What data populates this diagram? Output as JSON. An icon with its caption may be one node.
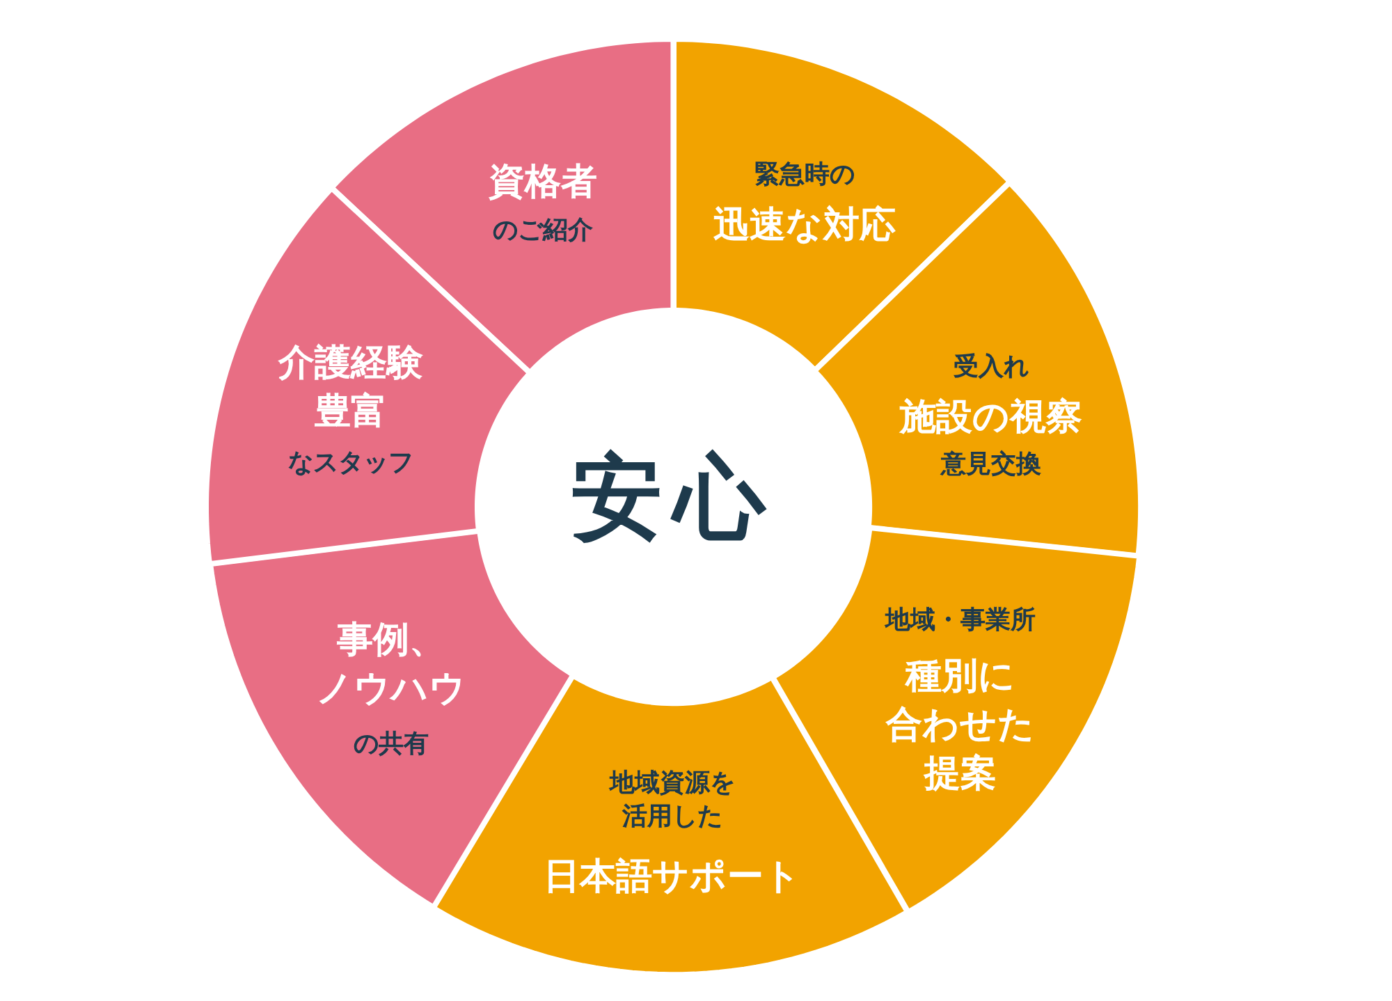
{
  "diagram": {
    "nodes": [
      {
        "text": [
          "安心"
        ]
      },
      {
        "text": [
          "資格者",
          "のご紹介"
        ]
      },
      {
        "text": [
          "緊急時の",
          "迅速な対応"
        ]
      },
      {
        "text": [
          "受入れ",
          "施設の視察",
          "意見交換"
        ]
      },
      {
        "text": [
          "地域・事業所",
          "種別に合わせた提案"
        ]
      },
      {
        "text": [
          "地域資源を活用した",
          "日本語サポート"
        ]
      },
      {
        "text": [
          "事例、ノウハウ",
          "の共有"
        ]
      },
      {
        "text": [
          "介護経験豊富",
          "なスタッフ"
        ]
      }
    ],
    "edges": []
  }
}
